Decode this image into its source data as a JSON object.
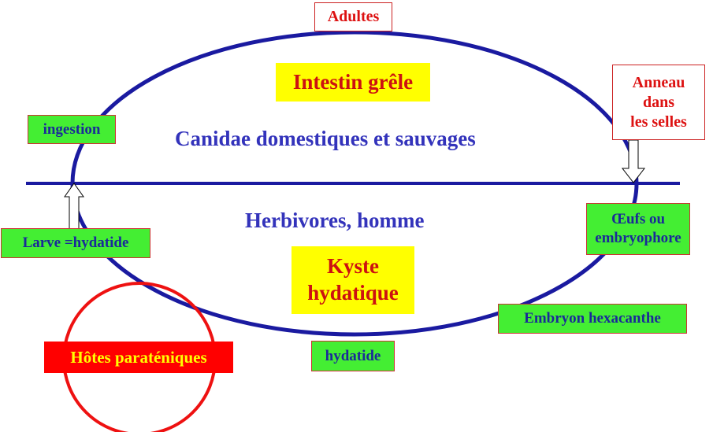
{
  "top": {
    "adults": "Adultes",
    "intestine": "Intestin grêle",
    "host_definitive": "Canidae domestiques et sauvages"
  },
  "bottom": {
    "host_intermediate": "Herbivores, homme",
    "cyst_line1": "Kyste",
    "cyst_line2": "hydatique"
  },
  "stages": {
    "ingestion": "ingestion",
    "ring_line1": "Anneau",
    "ring_line2": "dans",
    "ring_line3": "les selles",
    "eggs_line1": "Œufs ou",
    "eggs_line2": "embryophore",
    "embryo": "Embryon hexacanthe",
    "hydatid": "hydatide",
    "larva": "Larve =hydatide",
    "paratenic": "Hôtes paraténiques"
  },
  "colors": {
    "ellipse": "#1a1aa0",
    "green_box": "#44ee33",
    "yellow_box": "#ffff00",
    "red_circle": "#ee1111"
  }
}
